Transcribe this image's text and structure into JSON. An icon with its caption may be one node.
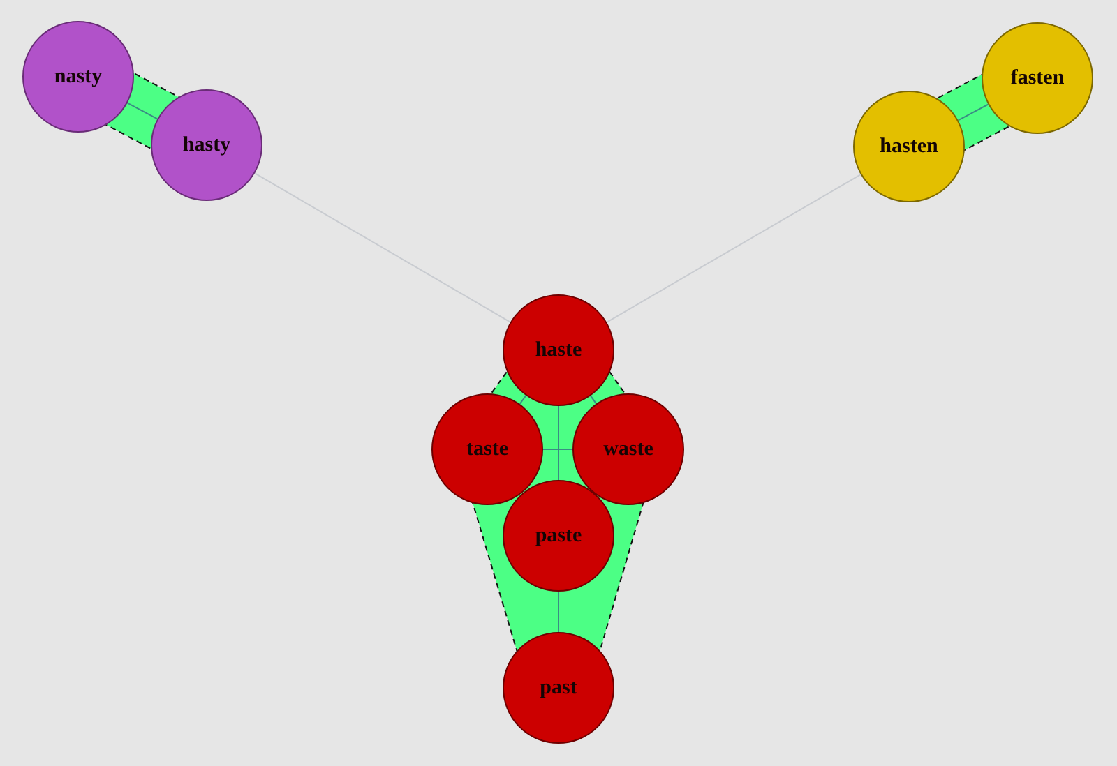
{
  "diagram": {
    "nodes": [
      {
        "text": [
          "nasty"
        ]
      },
      {
        "text": [
          "fasten"
        ]
      },
      {
        "text": [
          "hasty"
        ]
      },
      {
        "text": [
          "hasten"
        ]
      },
      {
        "text": [
          "haste"
        ]
      },
      {
        "text": [
          "taste"
        ]
      },
      {
        "text": [
          "waste"
        ]
      },
      {
        "text": [
          "paste"
        ]
      },
      {
        "text": [
          "past"
        ]
      }
    ],
    "edges": [
      {
        "from": 0,
        "to": 2,
        "arrow": "none"
      },
      {
        "from": 3,
        "to": 1,
        "arrow": "none"
      },
      {
        "from": 2,
        "to": 4,
        "arrow": "none",
        "color": "#c8cbd0"
      },
      {
        "from": 3,
        "to": 4,
        "arrow": "none",
        "color": "#c8cbd0"
      },
      {
        "from": 4,
        "to": 5,
        "arrow": "none"
      },
      {
        "from": 4,
        "to": 6,
        "arrow": "none"
      },
      {
        "from": 4,
        "to": 7,
        "arrow": "none"
      },
      {
        "from": 5,
        "to": 6,
        "arrow": "none"
      },
      {
        "from": 7,
        "to": 8,
        "arrow": "none"
      }
    ]
  }
}
